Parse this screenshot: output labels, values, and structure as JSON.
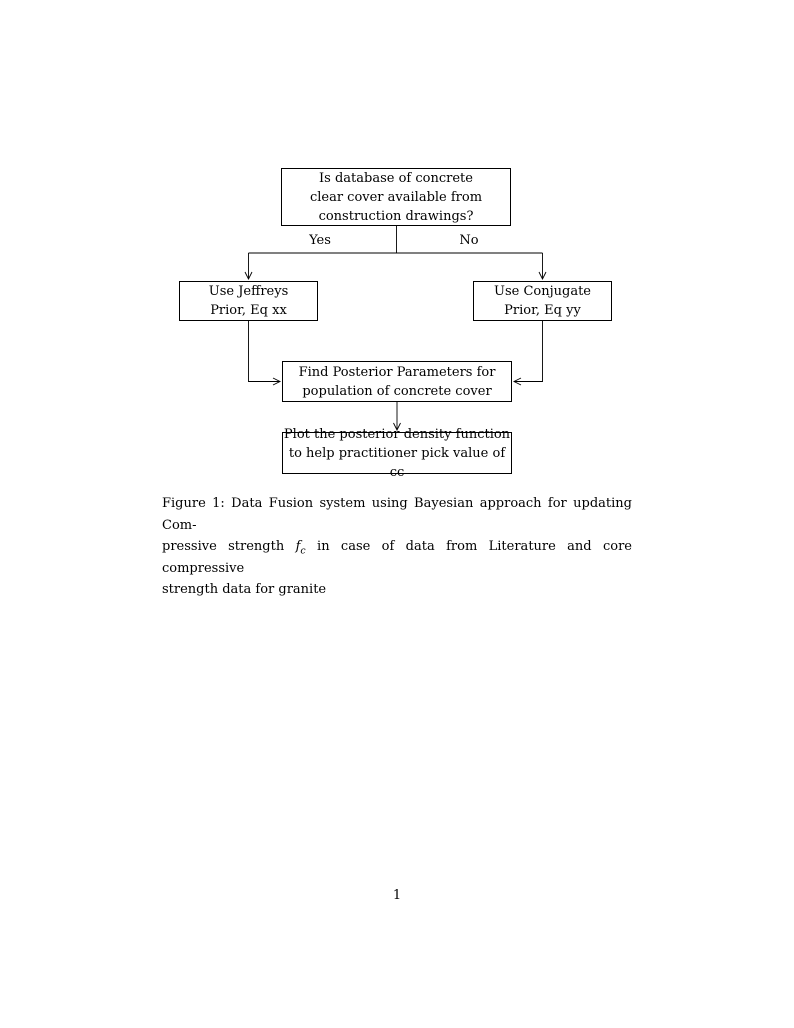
{
  "flowchart": {
    "nodes": {
      "question": {
        "lines": [
          "Is database of concrete",
          "clear cover available from",
          "construction drawings?"
        ]
      },
      "jeffreys": {
        "lines": [
          "Use Jeffreys",
          "Prior, Eq xx"
        ]
      },
      "conjugate": {
        "lines": [
          "Use Conjugate",
          "Prior, Eq yy"
        ]
      },
      "posterior": {
        "lines": [
          "Find Posterior Parameters for",
          "population of concrete cover"
        ]
      },
      "plot": {
        "lines": [
          "Plot the posterior density function",
          "to help practitioner pick value of cc"
        ]
      }
    },
    "edge_labels": {
      "yes": "Yes",
      "no": "No"
    }
  },
  "caption": {
    "line1": "Figure 1: Data Fusion system using Bayesian approach for updating Com-",
    "line2_pre": "pressive strength",
    "math_symbol": "f",
    "math_subscript": "c",
    "line2_post": "in case of data from Literature and core compressive",
    "line3": "strength data for granite"
  },
  "page": {
    "number": "1"
  },
  "colors": {
    "ink": "#000000",
    "background": "#ffffff"
  }
}
